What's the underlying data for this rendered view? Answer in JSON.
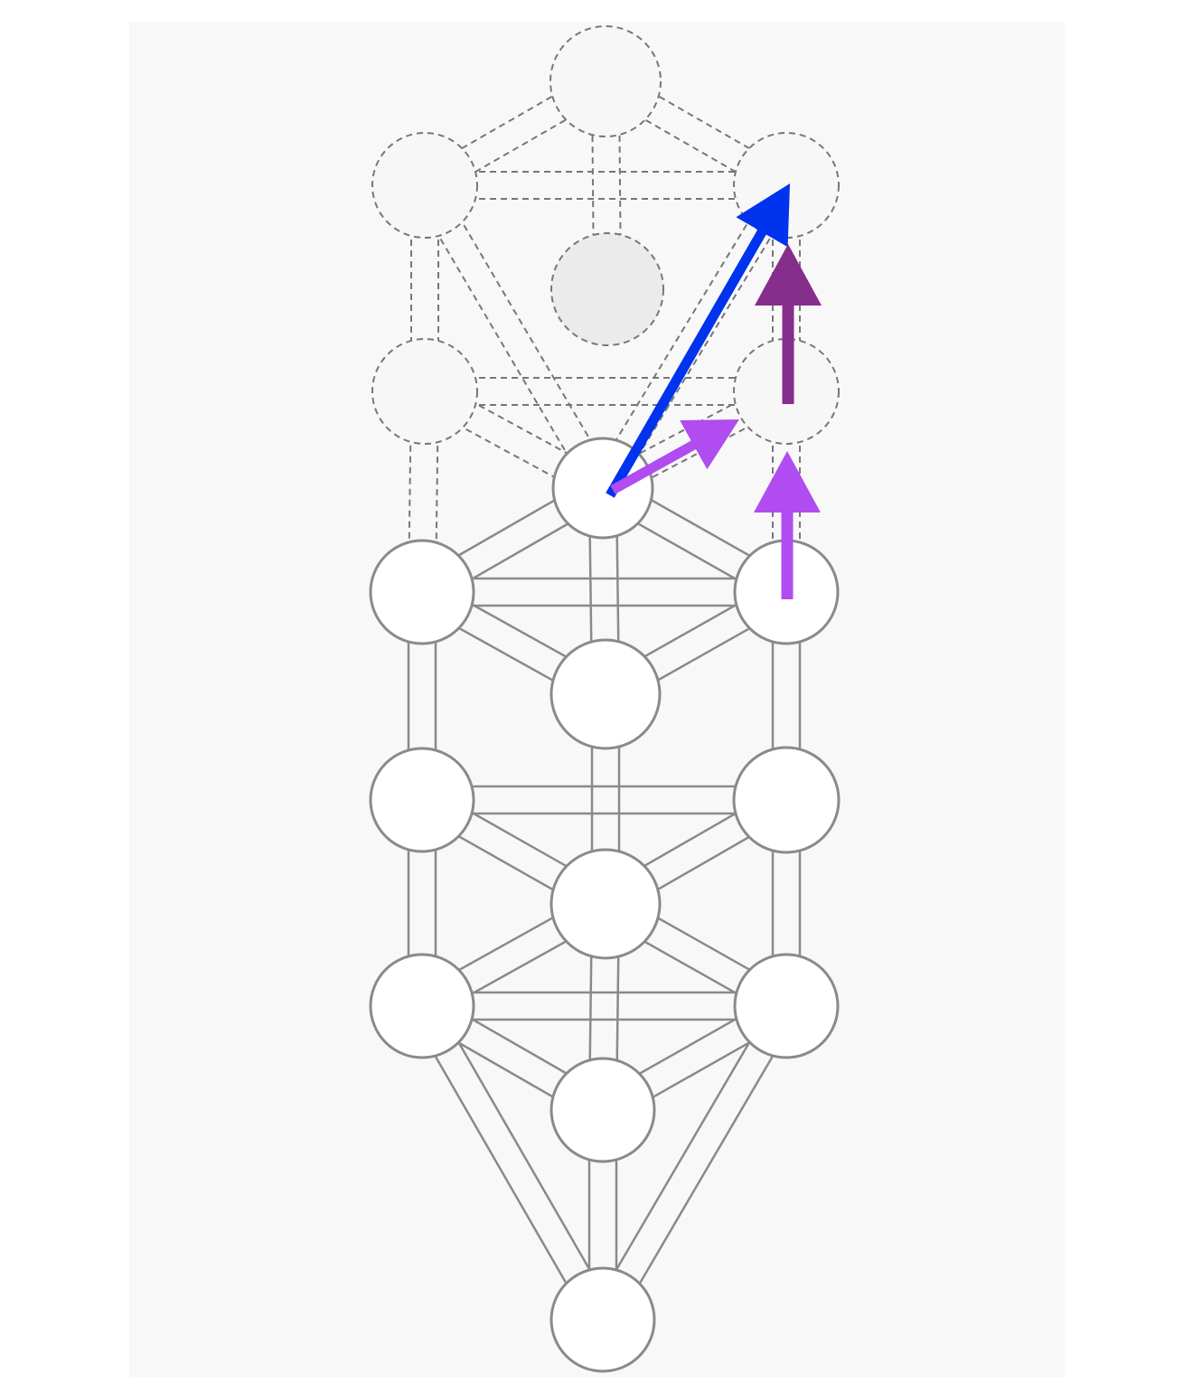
{
  "diagram": {
    "nodes": [
      {
        "id": "n1",
        "style": "dashed",
        "fill": "#f7f7f7"
      },
      {
        "id": "n2",
        "style": "dashed",
        "fill": "#f7f7f7"
      },
      {
        "id": "n3",
        "style": "dashed",
        "fill": "#f7f7f7"
      },
      {
        "id": "n4",
        "style": "dashed",
        "fill": "#ebebeb"
      },
      {
        "id": "n5",
        "style": "dashed",
        "fill": "#f7f7f7"
      },
      {
        "id": "n6",
        "style": "dashed",
        "fill": "#f7f7f7"
      },
      {
        "id": "n7",
        "style": "solid",
        "fill": "#ffffff"
      },
      {
        "id": "n8",
        "style": "solid",
        "fill": "#ffffff"
      },
      {
        "id": "n9",
        "style": "solid",
        "fill": "#ffffff"
      },
      {
        "id": "n10",
        "style": "solid",
        "fill": "#ffffff"
      },
      {
        "id": "n11",
        "style": "solid",
        "fill": "#ffffff"
      },
      {
        "id": "n12",
        "style": "solid",
        "fill": "#ffffff"
      },
      {
        "id": "n13",
        "style": "solid",
        "fill": "#ffffff"
      },
      {
        "id": "n14",
        "style": "solid",
        "fill": "#ffffff"
      },
      {
        "id": "n15",
        "style": "solid",
        "fill": "#ffffff"
      },
      {
        "id": "n16",
        "style": "solid",
        "fill": "#ffffff"
      },
      {
        "id": "n17",
        "style": "solid",
        "fill": "#ffffff"
      }
    ],
    "dashed_paths": [
      [
        "n1",
        "n2"
      ],
      [
        "n1",
        "n3"
      ],
      [
        "n1",
        "n4"
      ],
      [
        "n2",
        "n3"
      ],
      [
        "n2",
        "n5"
      ],
      [
        "n2",
        "n7"
      ],
      [
        "n3",
        "n6"
      ],
      [
        "n3",
        "n7"
      ],
      [
        "n5",
        "n6"
      ],
      [
        "n5",
        "n7"
      ],
      [
        "n6",
        "n7"
      ],
      [
        "n5",
        "n8"
      ],
      [
        "n6",
        "n9"
      ],
      [
        "n8",
        "n10"
      ],
      [
        "n9",
        "n10"
      ]
    ],
    "solid_paths": [
      [
        "n7",
        "n8"
      ],
      [
        "n7",
        "n9"
      ],
      [
        "n7",
        "n10"
      ],
      [
        "n8",
        "n9"
      ],
      [
        "n8",
        "n10"
      ],
      [
        "n9",
        "n10"
      ],
      [
        "n8",
        "n11"
      ],
      [
        "n9",
        "n12"
      ],
      [
        "n10",
        "n13"
      ],
      [
        "n11",
        "n12"
      ],
      [
        "n11",
        "n13"
      ],
      [
        "n12",
        "n13"
      ],
      [
        "n11",
        "n14"
      ],
      [
        "n12",
        "n15"
      ],
      [
        "n13",
        "n14"
      ],
      [
        "n13",
        "n15"
      ],
      [
        "n13",
        "n16"
      ],
      [
        "n14",
        "n15"
      ],
      [
        "n14",
        "n16"
      ],
      [
        "n15",
        "n16"
      ],
      [
        "n14",
        "n17"
      ],
      [
        "n15",
        "n17"
      ],
      [
        "n16",
        "n17"
      ]
    ],
    "arrows": [
      {
        "id": "blue-arrow",
        "from": "n7",
        "to": "n3",
        "color": "#0033ee"
      },
      {
        "id": "light-purple-arrow-1",
        "from": "n7",
        "to": "n6",
        "color": "#b04cf0"
      },
      {
        "id": "light-purple-arrow-2",
        "from": "n9",
        "to": "n6",
        "color": "#b04cf0"
      },
      {
        "id": "dark-purple-arrow",
        "from": "n6",
        "to": "n3",
        "color": "#862e8c"
      }
    ],
    "colors": {
      "line": "#8a8a8a",
      "dashed_line": "#777777",
      "background": "#f8f8f8"
    }
  }
}
